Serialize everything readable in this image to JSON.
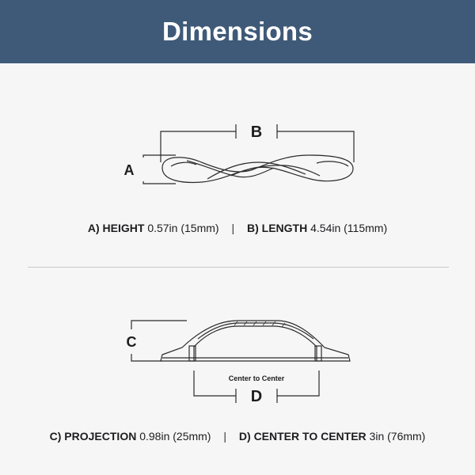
{
  "header": {
    "title": "Dimensions"
  },
  "top": {
    "marker_a": "A",
    "marker_b": "B",
    "height_label": "A) HEIGHT",
    "height_value": "0.57in (15mm)",
    "separator": "|",
    "length_label": "B) LENGTH",
    "length_value": "4.54in (115mm)"
  },
  "bottom": {
    "marker_c": "C",
    "marker_d": "D",
    "center_caption": "Center to Center",
    "projection_label": "C) PROJECTION",
    "projection_value": "0.98in (25mm)",
    "separator": "|",
    "c2c_label": "D) CENTER TO CENTER",
    "c2c_value": "3in (76mm)"
  },
  "colors": {
    "header_bg": "#3f5a78",
    "background": "#f6f6f7",
    "line": "#2b2b2b"
  }
}
